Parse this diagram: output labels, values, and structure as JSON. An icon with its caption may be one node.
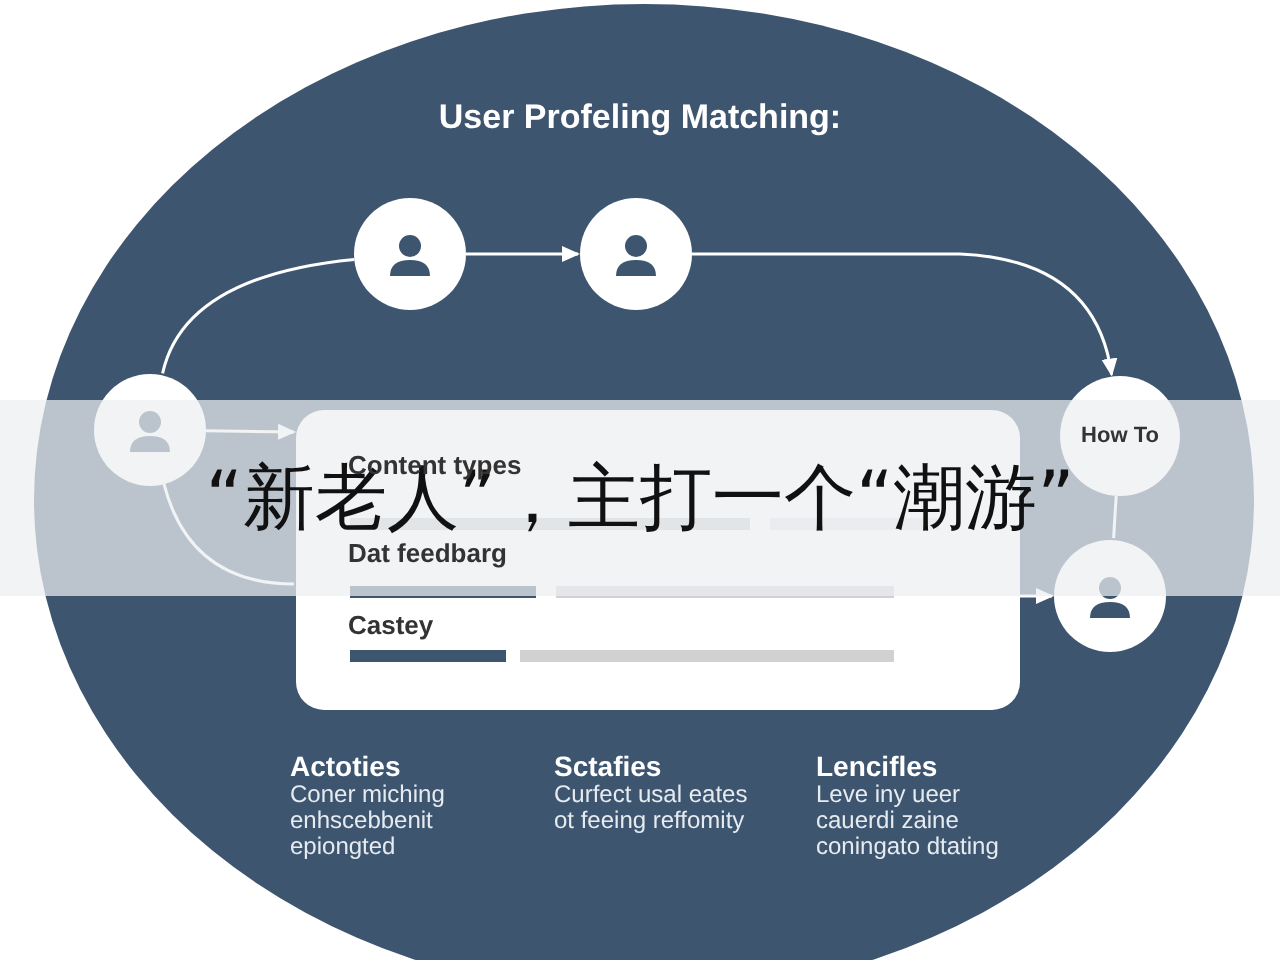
{
  "diagram": {
    "title": "User Profeling Matching:",
    "nodes": [
      {
        "text": [],
        "shape": "person"
      },
      {
        "text": [],
        "shape": "person"
      },
      {
        "text": [],
        "shape": "person"
      },
      {
        "text": [
          "How To"
        ]
      },
      {
        "text": [
          "Content types",
          "Dat feedbarg",
          "Castey"
        ]
      },
      {
        "text": [],
        "shape": "person"
      }
    ],
    "edges": [
      {
        "from": 1,
        "to": 2,
        "arrow": "to"
      },
      {
        "from": 2,
        "to": 3,
        "arrow": "to"
      },
      {
        "from": 1,
        "to": 0,
        "arrow": "none"
      },
      {
        "from": 0,
        "to": 4,
        "arrow": "to"
      },
      {
        "from": 0,
        "to": 4,
        "arrow": "none"
      },
      {
        "from": 4,
        "to": 5,
        "arrow": "to"
      },
      {
        "from": 3,
        "to": 5,
        "arrow": "none"
      }
    ],
    "labels": [
      "“新老人”，主打一个“潮游”",
      "Actoties",
      "Coner miching enhscebbenit epiongted",
      "Sctafies",
      "Curfect usal eates ot feeing reffomity",
      "Lencifles",
      "Leve iny ueer cauerdi zaine coningato dtating"
    ]
  }
}
